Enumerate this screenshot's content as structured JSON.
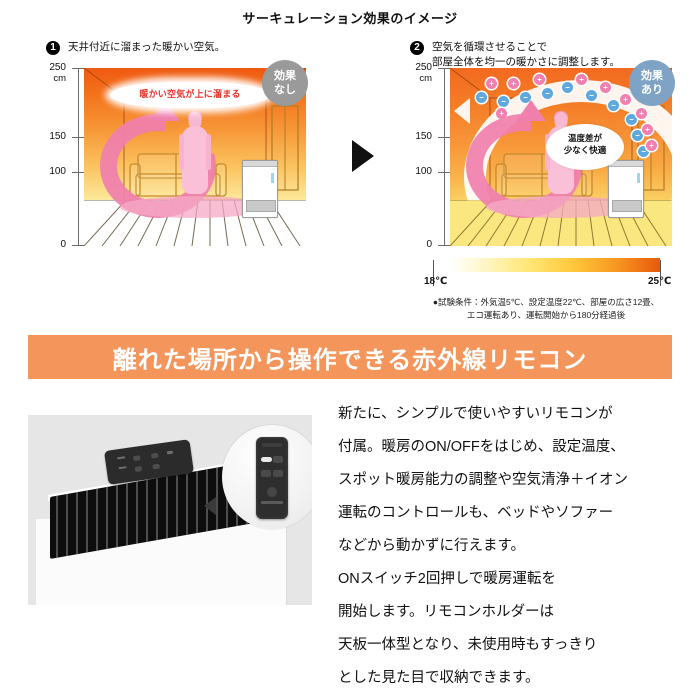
{
  "section_circulation": {
    "title": "サーキュレーション効果のイメージ",
    "panels": [
      {
        "number": "1",
        "caption_line1": "天井付近に溜まった暖かい空気。",
        "caption_line2": "",
        "banner_text": "暖かい空気が上に溜まる",
        "effect_badge_line1": "効果",
        "effect_badge_line2": "なし",
        "axis": {
          "unit": "cm",
          "ticks": [
            "250",
            "150",
            "100",
            "0"
          ]
        }
      },
      {
        "number": "2",
        "caption_line1": "空気を循環させることで",
        "caption_line2": "部屋全体を均一の暖かさに調整します。",
        "bubble_line1": "温度差が",
        "bubble_line2": "少なく快適",
        "effect_badge_line1": "効果",
        "effect_badge_line2": "あり",
        "axis": {
          "unit": "cm",
          "ticks": [
            "250",
            "150",
            "100",
            "0"
          ]
        }
      }
    ],
    "temperature_scale": {
      "min_label": "18℃",
      "max_label": "25℃"
    },
    "test_conditions_line1": "●試験条件：外気温5℃、設定温度22℃、部屋の広さ12畳、",
    "test_conditions_line2": "エコ運転あり、運転開始から180分経過後",
    "ions": {
      "positive_symbol": "+",
      "negative_symbol": "−"
    }
  },
  "section_remote": {
    "headline": "離れた場所から操作できる赤外線リモコン",
    "body_lines": [
      "新たに、シンプルで使いやすいリモコンが",
      "付属。暖房のON/OFFをはじめ、設定温度、",
      "スポット暖房能力の調整や空気清浄＋イオン",
      "運転のコントロールも、ベッドやソファー",
      "などから動かずに行えます。",
      "ONスイッチ2回押しで暖房運転を",
      "開始します。リモコンホルダーは",
      "天板一体型となり、未使用時もすっきり",
      "とした見た目で収納できます。"
    ]
  },
  "colors": {
    "headline_bg": "#f4955c",
    "badge_no": "#9a9a9a",
    "badge_yes": "#7fa3c4",
    "banner_text": "#e8342b",
    "ion_positive": "#f37fae",
    "ion_negative": "#5fa8dd",
    "arrow_pink": "#f07fae"
  }
}
